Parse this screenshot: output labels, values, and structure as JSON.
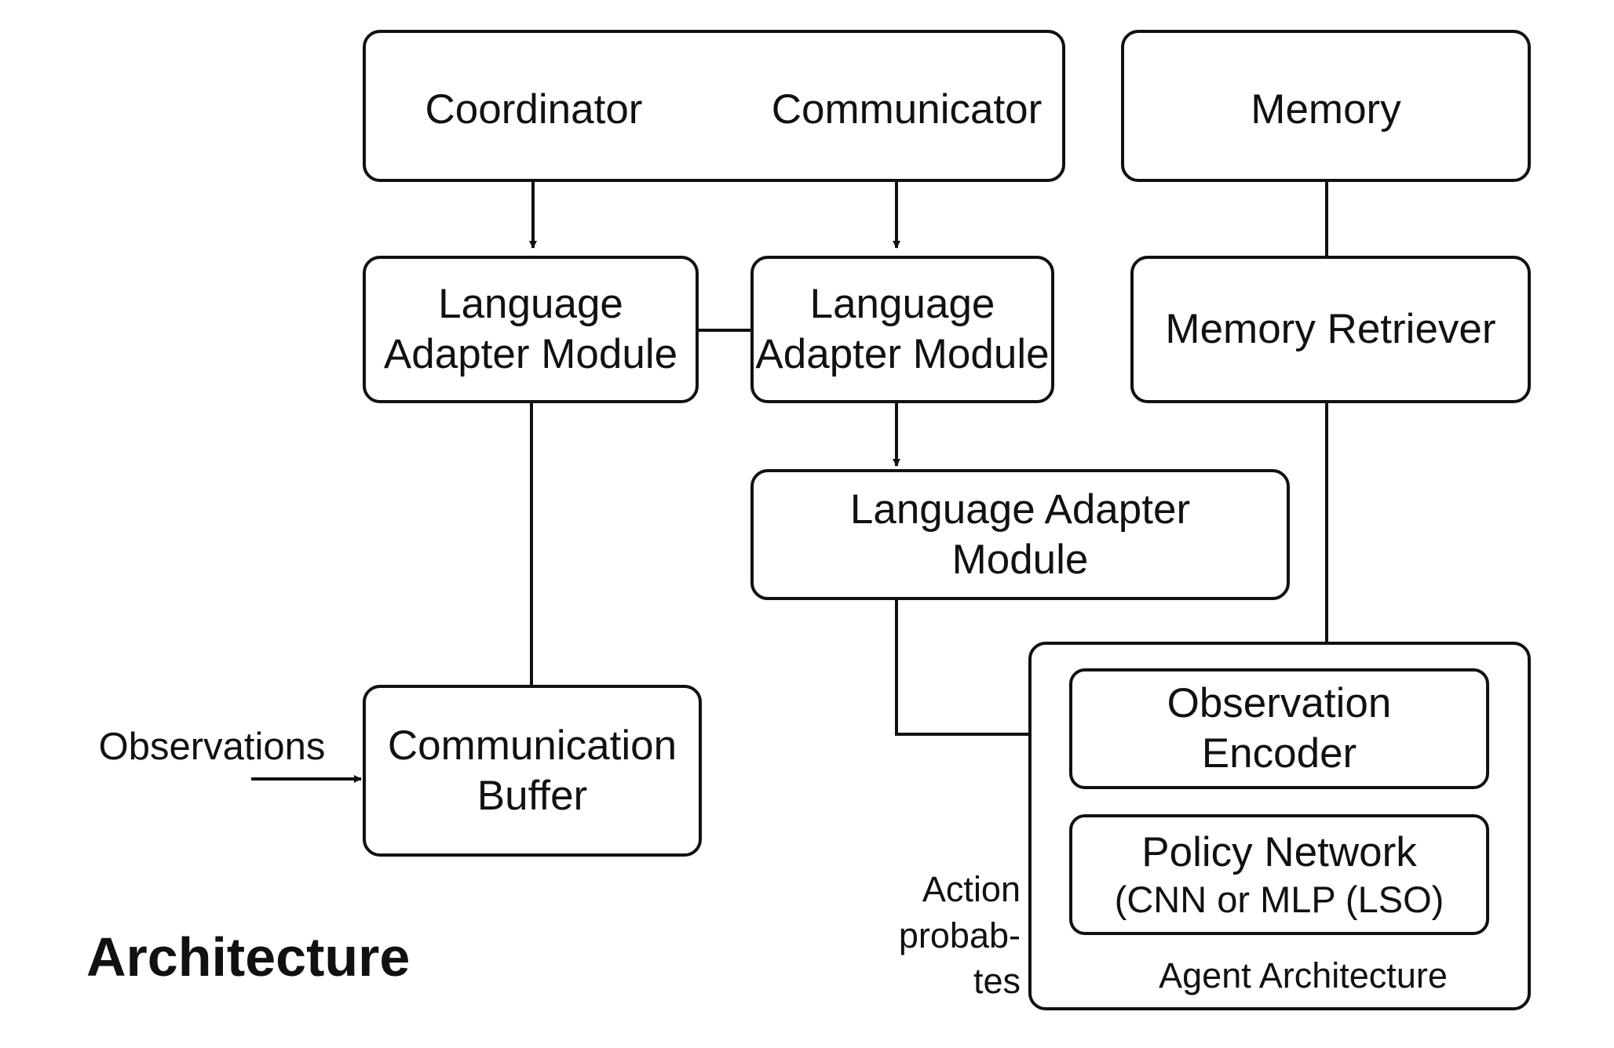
{
  "diagram": {
    "title": "Architecture",
    "top_box": {
      "coordinator": "Coordinator",
      "communicator": "Communicator"
    },
    "memory": "Memory",
    "language_adapter_left": [
      "Language",
      "Adapter Module"
    ],
    "language_adapter_center": [
      "Language",
      "Adapter Module"
    ],
    "memory_retriever": "Memory Retriever",
    "language_adapter_lower": [
      "Language Adapter",
      "Module"
    ],
    "observations_label": "Observations",
    "communication_buffer": [
      "Communication",
      "Buffer"
    ],
    "observation_encoder": [
      "Observation",
      "Encoder"
    ],
    "policy_network": [
      "Policy Network",
      "(CNN or MLP (LSO)"
    ],
    "action_label": [
      "Action",
      "probab-",
      "tes"
    ],
    "agent_architecture_label": "Agent Architecture",
    "colors": {
      "stroke": "#111111",
      "text": "#111111",
      "background": "#ffffff"
    }
  }
}
